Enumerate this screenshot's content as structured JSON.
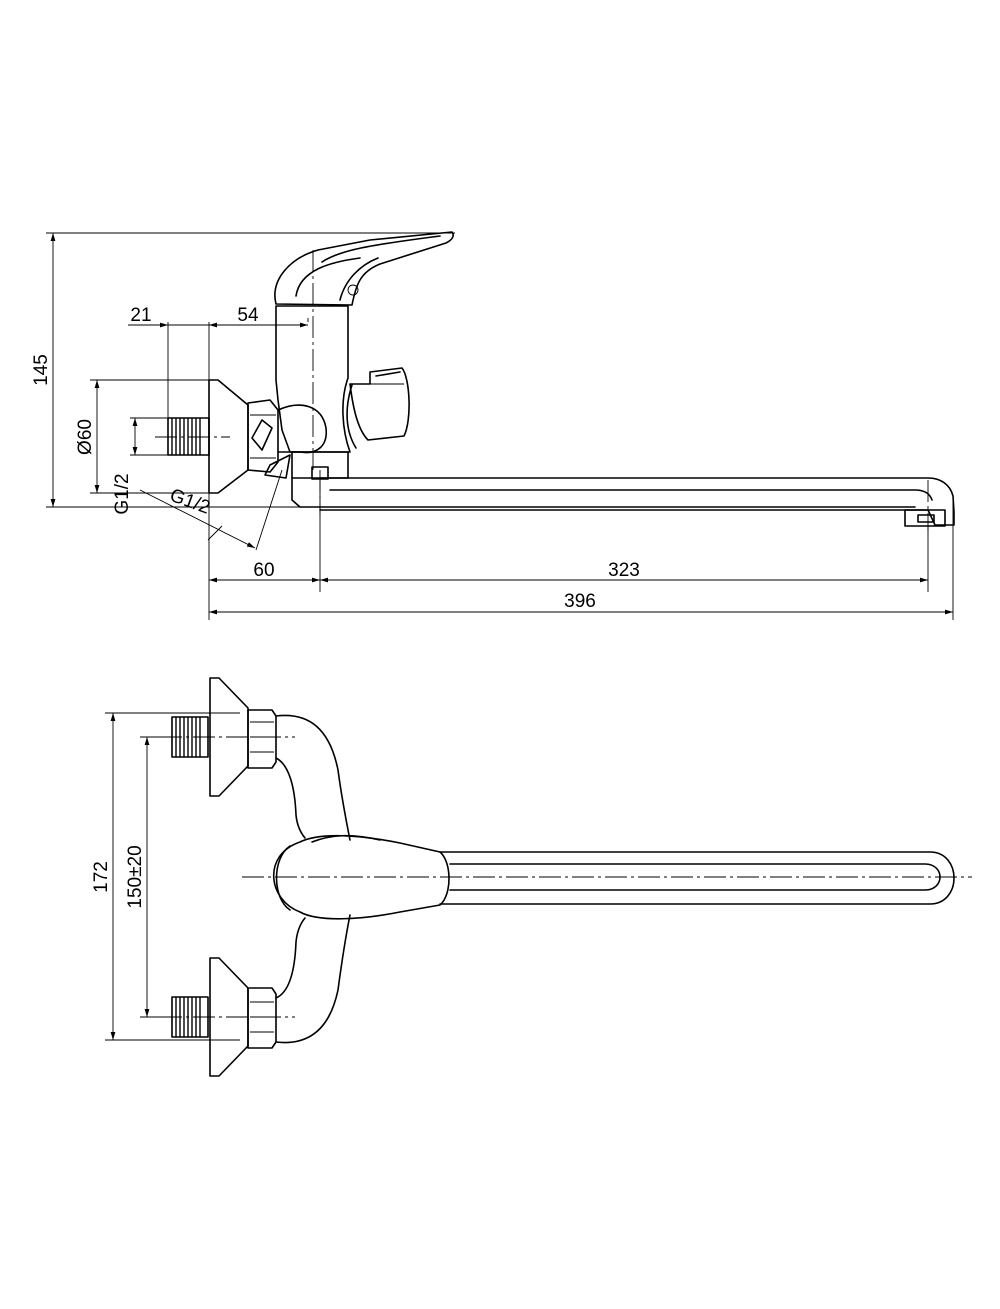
{
  "drawing": {
    "colors": {
      "line": "#000000",
      "background": "#ffffff"
    },
    "side_view": {
      "dims": {
        "height_total": "145",
        "escutcheon_diameter": "Ø60",
        "thread_vertical": "G1/2",
        "thread_angled": "G1/2",
        "thread_length": "21",
        "body_offset": "54",
        "wall_to_axis": "60",
        "spout_reach": "323",
        "overall_length": "396"
      }
    },
    "top_view": {
      "dims": {
        "overall_height": "172",
        "center_distance": "150±20"
      }
    }
  }
}
